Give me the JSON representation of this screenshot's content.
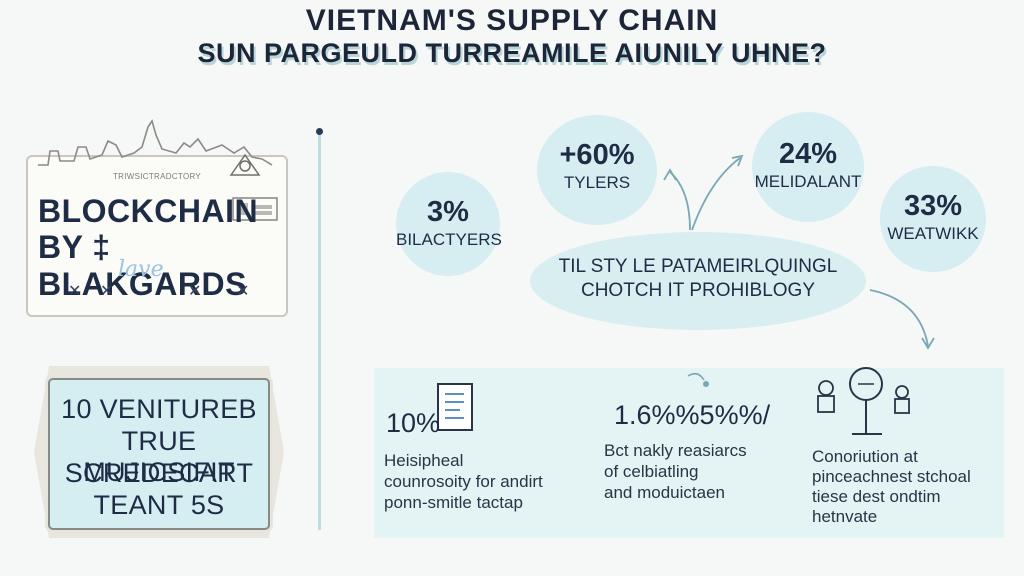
{
  "header": {
    "title": "VIETNAM'S SUPPLY CHAIN",
    "subtitle": "SUN PARGEULD TURREAMILE AIUNILY UHNE?"
  },
  "left_card": {
    "caption": "TRIWSICTRADCTORY",
    "line1": "BLOCKCHAIN",
    "line2": "BY ‡ BLAKGARDS",
    "script": "lave"
  },
  "left_bottom_card": {
    "line1": "10 VENITUREB",
    "line2": "TRUE MUJICSIFIT",
    "line3": "SCREDECART",
    "line4": "TEANT 5S"
  },
  "stats": [
    {
      "value": "3%",
      "label": "BILACTYERS"
    },
    {
      "value": "+60%",
      "label": "TYLERS"
    },
    {
      "value": "24%",
      "label": "MELIDALANT"
    },
    {
      "value": "33%",
      "label": "WEATWIKK"
    }
  ],
  "center_oval": {
    "line1": "TIL STY LE PATAMEIRLQUINGL",
    "line2": "CHOTCH IT PROHIBLOGY"
  },
  "panel": {
    "col1": {
      "value": "10%",
      "line1": "Heisipheal",
      "line2": "counrosoity for andirt",
      "line3": "ponn-smitle tactap"
    },
    "col2": {
      "value": "1.6%%5%%/",
      "line1": "Bct nakly reasiarcs",
      "line2": "of celbiatling",
      "line3": "and moduictaen"
    },
    "col3": {
      "line1": "Conoriution at",
      "line2": "pinceachnest stchoal",
      "line3": "tiese dest ondtim",
      "line4": "hetnvate"
    }
  },
  "colors": {
    "accent": "#d6eef1",
    "text": "#1e2c45",
    "panel": "#e4f3f4"
  }
}
